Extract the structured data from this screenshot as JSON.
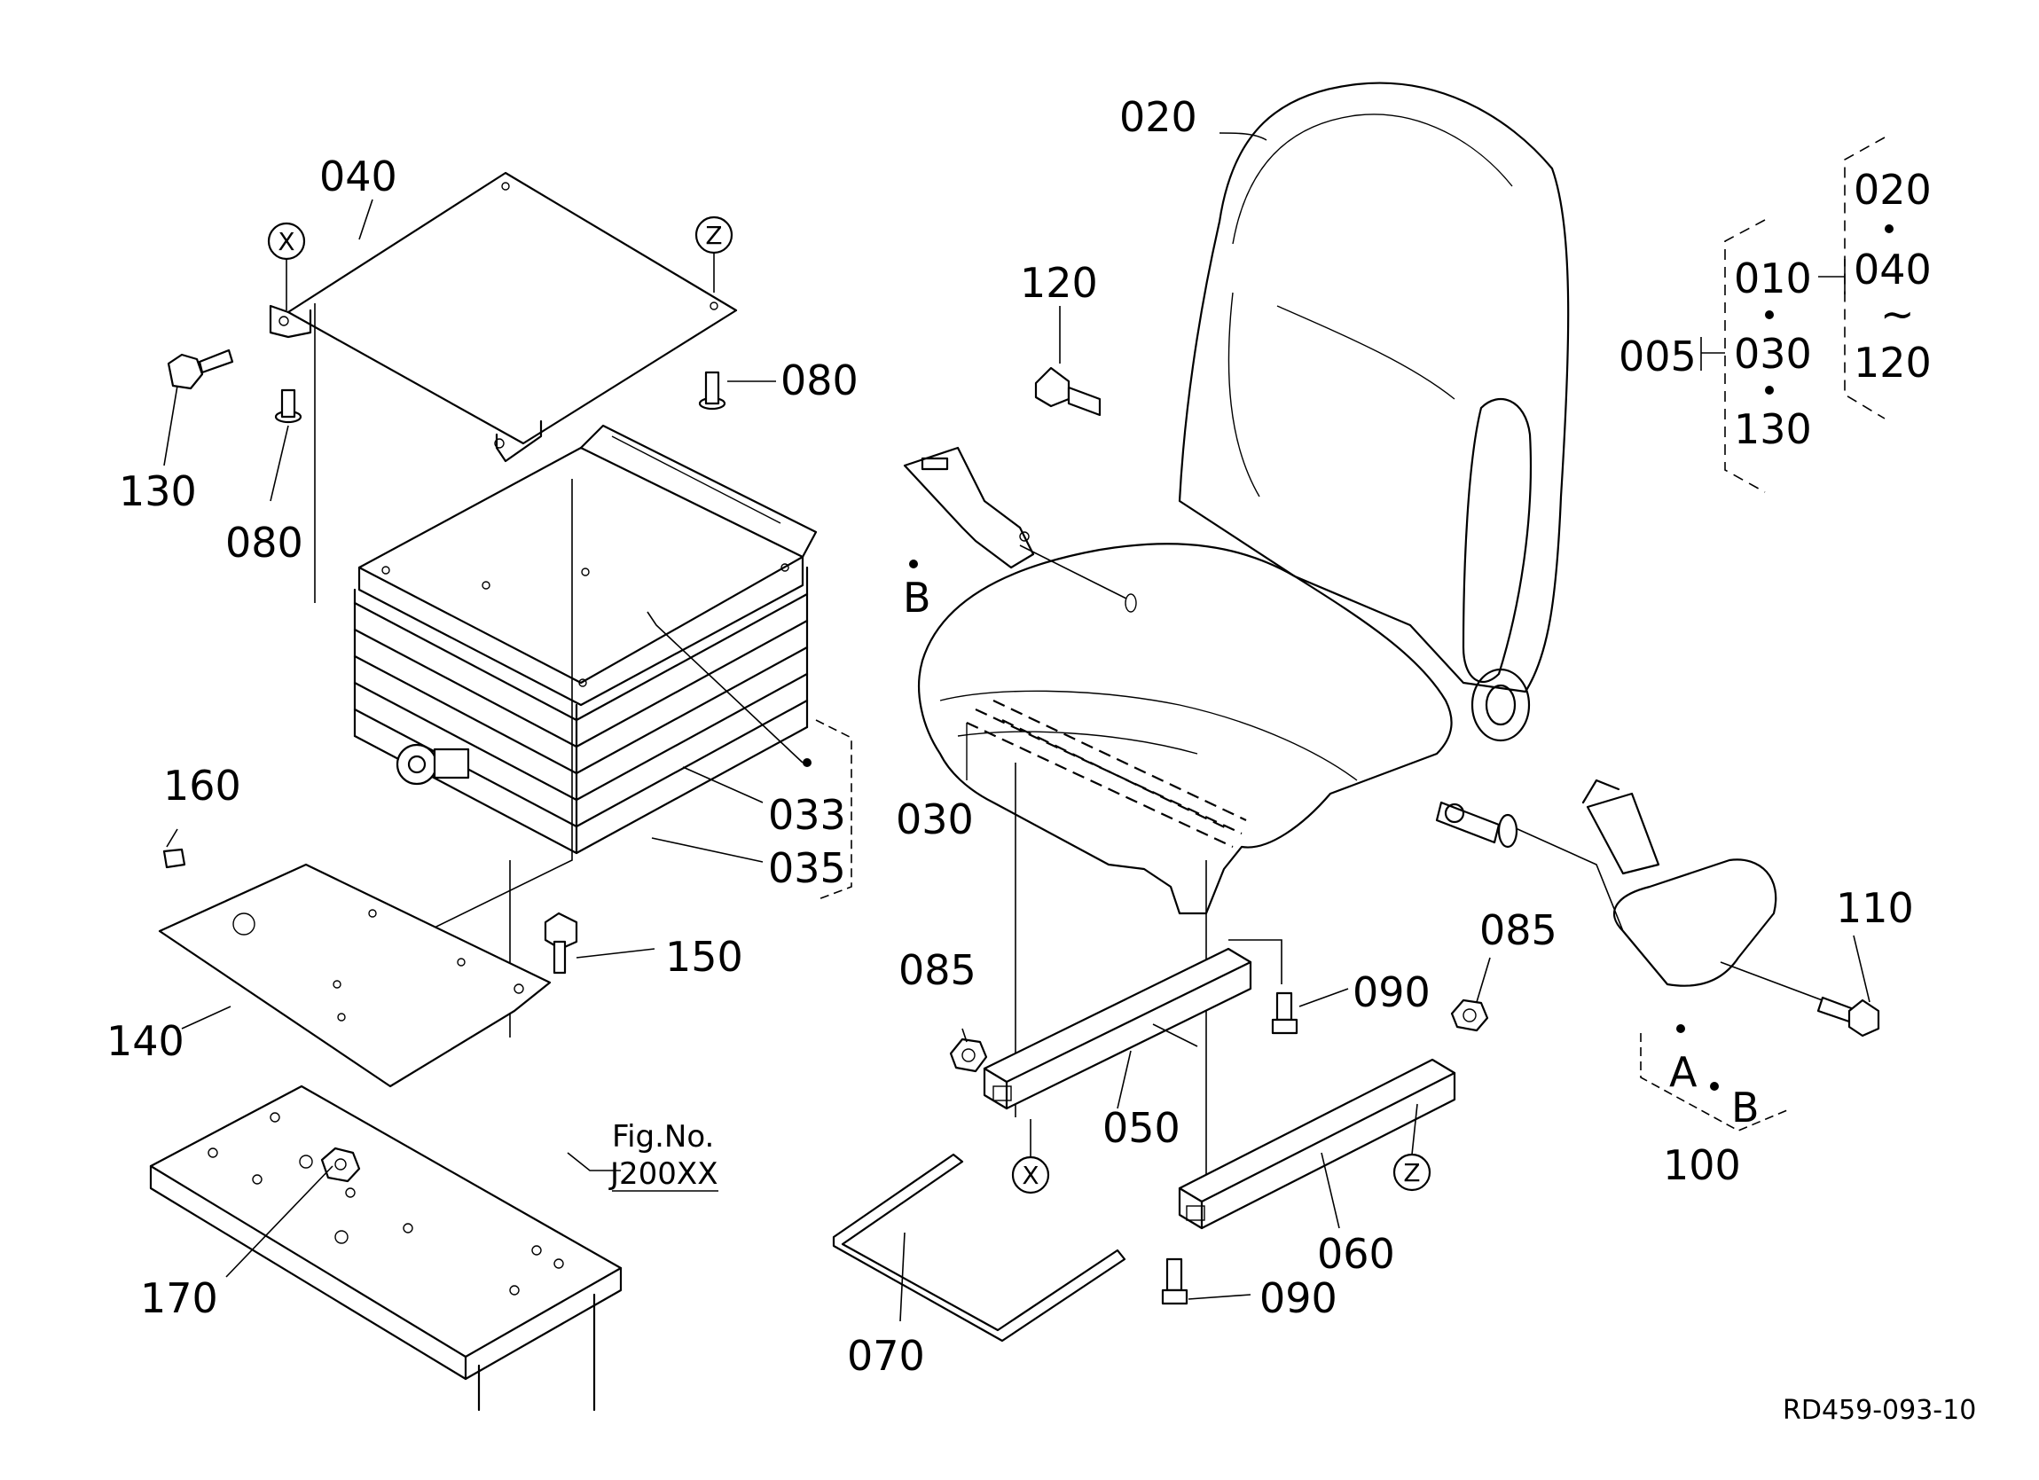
{
  "parts": {
    "p020": "020",
    "p040": "040",
    "p120": "120",
    "p080a": "080",
    "p080b": "080",
    "p130": "130",
    "p033": "033",
    "p030": "030",
    "p035": "035",
    "p160": "160",
    "p150": "150",
    "p140": "140",
    "p170": "170",
    "p085a": "085",
    "p085b": "085",
    "p090a": "090",
    "p090b": "090",
    "p050": "050",
    "p060": "060",
    "p070": "070",
    "p110": "110",
    "p100": "100"
  },
  "markers": {
    "x1": "X",
    "x2": "X",
    "z1": "Z",
    "z2": "Z",
    "b_buckle": "B",
    "a_retractor": "A",
    "b_retractor": "B"
  },
  "assembly": {
    "root": "005",
    "col1": [
      "010",
      "030",
      "130"
    ],
    "col2": [
      "020",
      "040",
      "~",
      "120"
    ]
  },
  "figref": {
    "line1": "Fig.No.",
    "line2": "J200XX"
  },
  "drawing_code": "RD459-093-10"
}
